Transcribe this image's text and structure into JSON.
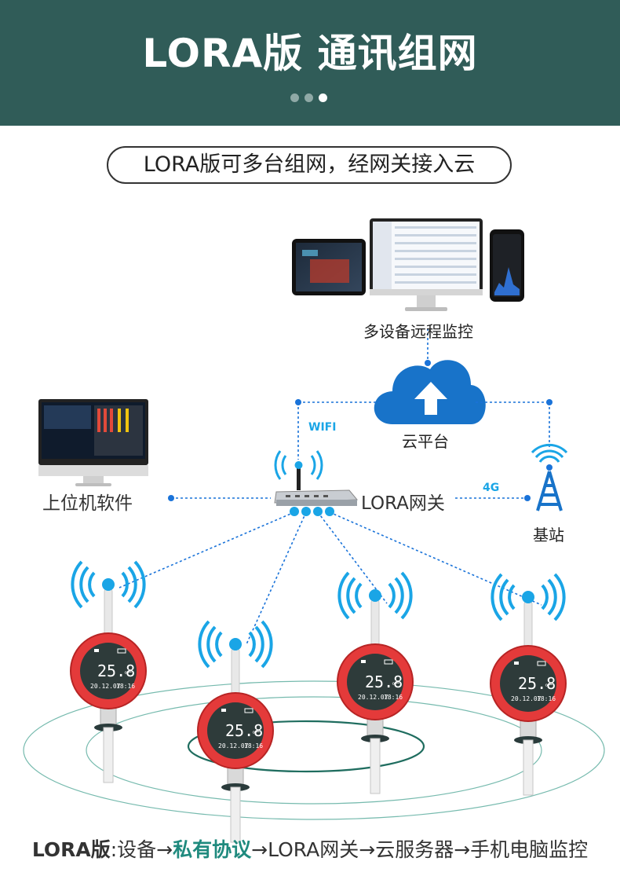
{
  "header": {
    "title": "LORA版 通讯组网",
    "pagination": {
      "total": 3,
      "active": 3
    }
  },
  "subtitle": "LORA版可多台组网，经网关接入云",
  "nodes": {
    "monitoring": "多设备远程监控",
    "cloud": "云平台",
    "pc_software": "上位机软件",
    "gateway": "LORA网关",
    "base_station": "基站"
  },
  "links": {
    "wifi": "WIFI",
    "cellular": "4G"
  },
  "devices": [
    {
      "temp": "25.8",
      "unit": "℃",
      "date": "20.12.07",
      "time": "18:16"
    },
    {
      "temp": "25.8",
      "unit": "℃",
      "date": "20.12.07",
      "time": "18:16"
    },
    {
      "temp": "25.8",
      "unit": "℃",
      "date": "20.12.07",
      "time": "18:16"
    },
    {
      "temp": "25.8",
      "unit": "℃",
      "date": "20.12.07",
      "time": "18:16"
    }
  ],
  "footer": {
    "prefix": "LORA版",
    "part1": ":设备→",
    "highlight": "私有协议",
    "part2": "→LORA网关→云服务器→手机电脑监控"
  },
  "colors": {
    "banner": "#305c58",
    "link": "#1a73d9",
    "cloud": "#1873c9",
    "device_ring": "#e43a3a",
    "accent": "#1f8a7e"
  }
}
